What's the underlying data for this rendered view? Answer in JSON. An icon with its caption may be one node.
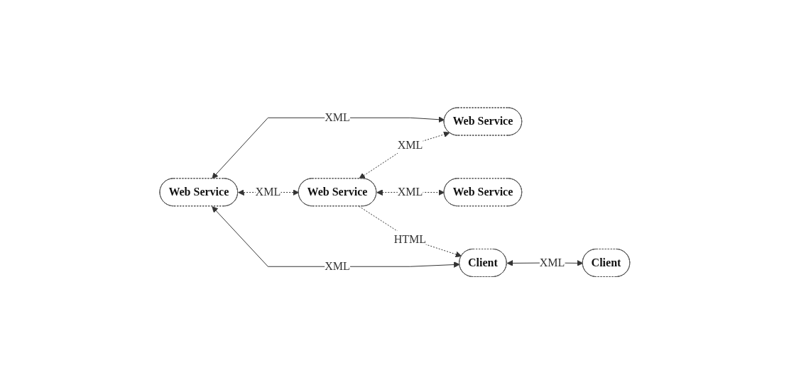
{
  "diagram": {
    "nodes": [
      {
        "text": [
          "Web Service"
        ]
      },
      {
        "text": [
          "Web Service"
        ]
      },
      {
        "text": [
          "Web Service"
        ]
      },
      {
        "text": [
          "Web Service"
        ]
      },
      {
        "text": [
          "Client"
        ]
      },
      {
        "text": [
          "Client"
        ]
      }
    ],
    "edges": [
      {
        "from": 0,
        "to": 1,
        "arrow": "both",
        "label": "XML"
      },
      {
        "from": 0,
        "to": 2,
        "arrow": "both",
        "label": "XML",
        "style": "dashed"
      },
      {
        "from": 2,
        "to": 1,
        "arrow": "both",
        "label": "XML",
        "style": "dashed"
      },
      {
        "from": 0,
        "to": 4,
        "arrow": "both",
        "label": "XML"
      },
      {
        "from": 2,
        "to": 3,
        "arrow": "both",
        "label": "XML",
        "style": "dashed"
      },
      {
        "from": 2,
        "to": 4,
        "arrow": "to",
        "label": "HTML",
        "style": "dashed"
      },
      {
        "from": 4,
        "to": 5,
        "arrow": "both",
        "label": "XML"
      }
    ]
  }
}
